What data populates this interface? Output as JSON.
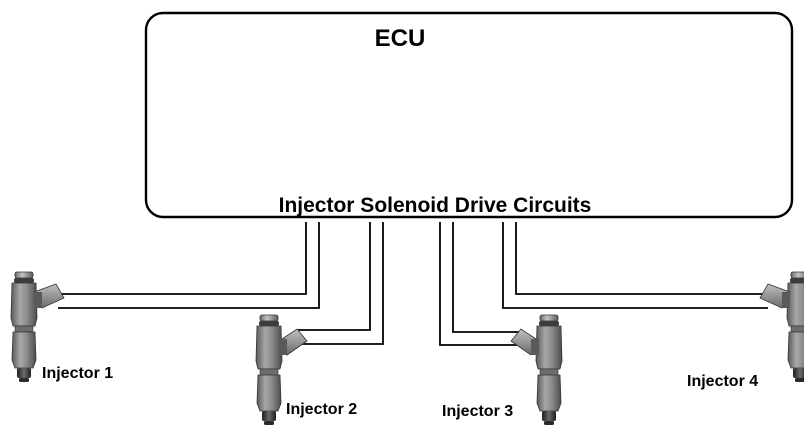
{
  "ecu": {
    "title": "ECU",
    "circuits_label": "Injector Solenoid Drive Circuits"
  },
  "injectors": [
    {
      "id": 1,
      "label": "Injector 1"
    },
    {
      "id": 2,
      "label": "Injector 2"
    },
    {
      "id": 3,
      "label": "Injector 3"
    },
    {
      "id": 4,
      "label": "Injector 4"
    }
  ],
  "colors": {
    "box_stroke": "#000000",
    "wire": "#000000",
    "injector_body": "#8c8c8c",
    "injector_dark": "#4a4a4a",
    "injector_light": "#b5b5b5",
    "injector_tip": "#2e2e2e"
  }
}
